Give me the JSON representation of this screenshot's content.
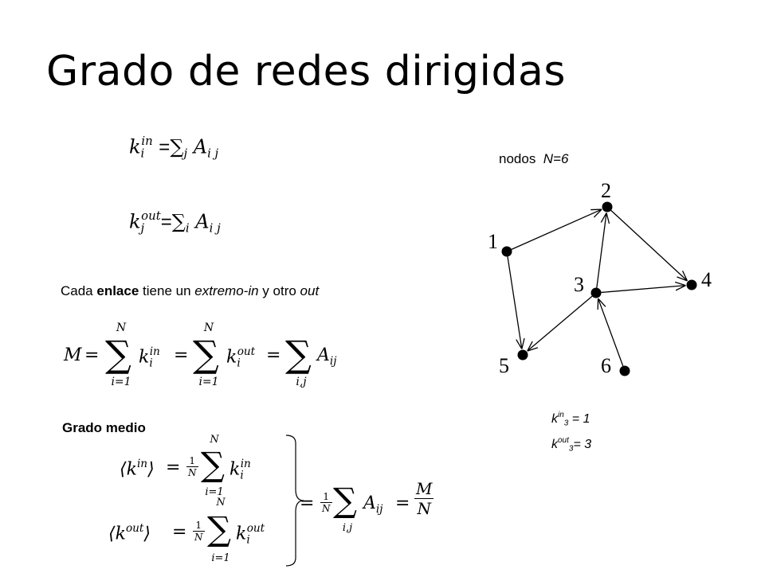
{
  "title": "Grado de redes dirigidas",
  "formulas": {
    "kin_def": {
      "k": "k",
      "i": "i",
      "in": "in",
      "eq": "=",
      "sum": "∑",
      "j": "j",
      "A": "A",
      "ij": "i j"
    },
    "kout_def": {
      "k": "k",
      "j": "j",
      "out": "out",
      "eq": "=",
      "sum": "∑",
      "i": "i",
      "A": "A",
      "ij": "i j"
    }
  },
  "nodes_label": {
    "text": "nodos",
    "value": "N=6"
  },
  "enlace_sentence": {
    "part1": "Cada ",
    "bold": "enlace",
    "part2": " tiene un ",
    "italic1": "extremo-in",
    "part3": " y otro ",
    "italic2": "out"
  },
  "m_equation": {
    "M": "M",
    "eq": "=",
    "N": "N",
    "i1": "i=1",
    "ij": "i,j",
    "k": "k",
    "i": "i",
    "in": "in",
    "out": "out",
    "A": "A",
    "Aij": "ij"
  },
  "grado_medio": {
    "label": "Grado medio",
    "one": "1",
    "N": "N",
    "M": "M",
    "i1": "i=1",
    "ij": "i,j"
  },
  "graph": {
    "nodes": [
      {
        "id": "1",
        "label": "1"
      },
      {
        "id": "2",
        "label": "2"
      },
      {
        "id": "3",
        "label": "3"
      },
      {
        "id": "4",
        "label": "4"
      },
      {
        "id": "5",
        "label": "5"
      },
      {
        "id": "6",
        "label": "6"
      }
    ],
    "edges": [
      {
        "from": "1",
        "to": "2"
      },
      {
        "from": "1",
        "to": "5"
      },
      {
        "from": "2",
        "to": "4"
      },
      {
        "from": "3",
        "to": "2"
      },
      {
        "from": "3",
        "to": "4"
      },
      {
        "from": "3",
        "to": "5"
      },
      {
        "from": "6",
        "to": "3"
      }
    ]
  },
  "degree_notes": {
    "kin": {
      "k": "k",
      "sup": "in",
      "sub": "3",
      "rest": " = 1"
    },
    "kout": {
      "k": "k",
      "sup": "out",
      "sub": "3",
      "rest": "= 3"
    }
  }
}
